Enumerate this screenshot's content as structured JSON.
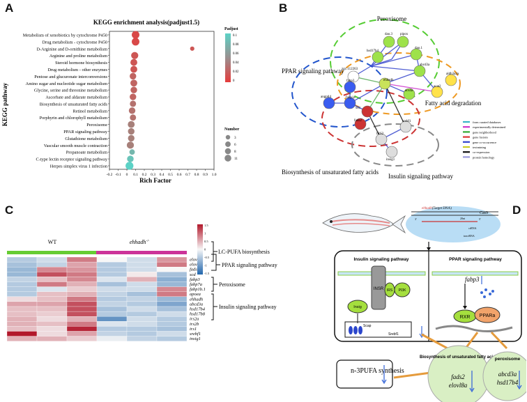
{
  "panels": {
    "a": "A",
    "b": "B",
    "c": "C",
    "d": "D"
  },
  "chart_data": [
    {
      "type": "scatter",
      "title": "KEGG enrichment analysis(padjust1.5)",
      "xlabel": "Rich Factor",
      "ylabel": "KEGG pathway",
      "xlim": [
        -0.2,
        1.0
      ],
      "xticks": [
        "-0.2",
        "-0.1",
        "0",
        "0.1",
        "0.2",
        "0.3",
        "0.4",
        "0.5",
        "0.6",
        "0.7",
        "0.8",
        "0.9",
        "1.0"
      ],
      "xtick_values": [
        -0.2,
        -0.1,
        0,
        0.1,
        0.2,
        0.3,
        0.4,
        0.5,
        0.6,
        0.7,
        0.8,
        0.9,
        1.0
      ],
      "categories": [
        "Metabolism of xenobiotics by cytochrome P450",
        "Drug metabolism - cytochrome P450",
        "D-Arginine and D-ornithine metabolism",
        "Arginine and proline metabolism",
        "Steroid hormone biosynthesis",
        "Drug metabolism - other enzymes",
        "Pentose and glucuronate interconversions",
        "Amino sugar and nucleotide sugar metabolism",
        "Glycine, serine and threonine metabolism",
        "Ascorbate and aldarate metabolism",
        "Biosynthesis of unsaturated fatty acids",
        "Retinol metabolism",
        "Porphyrin and chlorophyll metabolism",
        "Peroxisome",
        "PPAR signaling pathway",
        "Glutathione metabolism",
        "Vascular smooth muscle contraction",
        "Propanoate metabolism",
        "C-type lectin receptor signaling pathway",
        "Herpes simplex virus 1 infection"
      ],
      "rich_factor": [
        0.1,
        0.1,
        0.75,
        0.09,
        0.08,
        0.08,
        0.07,
        0.08,
        0.08,
        0.07,
        0.07,
        0.06,
        0.07,
        0.05,
        0.05,
        0.05,
        0.04,
        0.06,
        0.04,
        0.03
      ],
      "count": [
        10,
        10,
        1,
        8,
        7,
        7,
        6,
        7,
        6,
        6,
        5,
        6,
        5,
        7,
        6,
        6,
        8,
        3,
        6,
        11
      ],
      "padjust": [
        0.01,
        0.01,
        0.02,
        0.02,
        0.02,
        0.02,
        0.03,
        0.03,
        0.03,
        0.03,
        0.04,
        0.04,
        0.04,
        0.05,
        0.05,
        0.05,
        0.05,
        0.09,
        0.1,
        0.11
      ],
      "legend_padjust": {
        "title": "Padjust",
        "labels": [
          "0.1",
          "0.08",
          "0.06",
          "0.04",
          "0.02",
          "0"
        ]
      },
      "legend_number": {
        "title": "Number",
        "labels": [
          "3",
          "6",
          "8",
          "11"
        ]
      },
      "colors": {
        "low": "#e63b3b",
        "high": "#5cd2c6"
      }
    },
    {
      "type": "heatmap",
      "groups": [
        "WT",
        "ehhadh"
      ],
      "group_superscript": "-/-",
      "rows": [
        "elovl6l",
        "elovl8b",
        "fads2",
        "scd",
        "fabp3",
        "fabp7a",
        "fabp1b.1",
        "apoea",
        "ehhadh",
        "abcd3a",
        "hsd17b4",
        "hsd17b8",
        "irs2a",
        "irs2b",
        "irs1",
        "srebf1",
        "insig1"
      ],
      "values": [
        [
          -0.5,
          -0.3,
          0.9,
          0.0,
          -0.3,
          0.7
        ],
        [
          -0.6,
          -0.4,
          0.6,
          -0.5,
          -0.3,
          0.9
        ],
        [
          -0.7,
          0.8,
          0.7,
          -0.5,
          -0.3,
          0.0
        ],
        [
          -0.7,
          1.2,
          0.9,
          -0.5,
          0.1,
          -0.6
        ],
        [
          -0.4,
          0.4,
          0.8,
          -0.2,
          0.5,
          -0.8
        ],
        [
          -0.5,
          0.9,
          0.5,
          -0.6,
          -0.3,
          -0.7
        ],
        [
          -0.5,
          -0.2,
          0.3,
          -0.3,
          -0.3,
          0.8
        ],
        [
          -0.5,
          0.4,
          0.5,
          -0.4,
          -0.6,
          0.9
        ],
        [
          0.2,
          0.4,
          0.9,
          -0.5,
          -0.4,
          -0.7
        ],
        [
          0.6,
          0.6,
          1.2,
          -0.4,
          -0.5,
          -0.9
        ],
        [
          0.4,
          0.4,
          1.2,
          -0.6,
          -0.3,
          -0.6
        ],
        [
          0.4,
          0.3,
          1.2,
          -0.5,
          -0.5,
          -0.3
        ],
        [
          0.5,
          0.2,
          0.5,
          -1.1,
          -0.3,
          -0.5
        ],
        [
          0.5,
          0.4,
          0.9,
          -0.2,
          -0.3,
          -0.5
        ],
        [
          0.4,
          0.2,
          1.5,
          -0.5,
          -0.5,
          -0.6
        ],
        [
          1.6,
          0.2,
          0.6,
          -0.4,
          -0.5,
          -0.3
        ],
        [
          0.5,
          0.5,
          0.3,
          -0.1,
          -0.4,
          -0.5
        ]
      ],
      "scale_labels": [
        "1.5",
        "1",
        "0.5",
        "0",
        "-0.5",
        "-1",
        "-1.5"
      ],
      "brackets": [
        "LC-PUFA biosynthesis",
        "PPAR signaling pathway",
        "Peroxisome",
        "Insulin signaling pathway"
      ]
    }
  ],
  "network": {
    "clusters": [
      "Peroxisome",
      "PPAR signaling pathway",
      "Fatty acid degradation",
      "Biosynthesis of unsaturated fatty acids",
      "Insulin signaling pathway"
    ],
    "nodes": [
      "dao.3",
      "pipox",
      "hsd17b4",
      "dao.1",
      "abcd3a",
      "zgc:112263",
      "ehhadh",
      "acs4a",
      "aldh3a2a",
      "fabp3",
      "angptl4",
      "fabp1a",
      "scd",
      "fads2",
      "acat2",
      "srebf1",
      "IRS2",
      "insig1"
    ],
    "legend": [
      "from curated databases",
      "experimentally determined",
      "gene neighborhood",
      "gene fusions",
      "gene co-occurrence",
      "textmining",
      "co-expression",
      "protein homology"
    ]
  },
  "schematic": {
    "gene_label": "ehhadh",
    "target_label": "(Target DNA)",
    "cas9": "Cas9",
    "small": [
      "20nt",
      "3'",
      "5'",
      "crRNA",
      "tracrRNA"
    ],
    "insulin_title": "Insulin signaling pathway",
    "ppar_title": "PPAR signaling pathway",
    "insr": "INSR",
    "irs": "IRS",
    "pi3k": "PI3K",
    "insig": "Insig",
    "scap": "Scap",
    "srebf1": "Srebf1",
    "fabp3": "fabp3",
    "rxr": "RXR",
    "ppara": "PPARa",
    "bio_circle_title": "Biosynthesis of unsaturated fatty acids",
    "bio_genes": [
      "fads2",
      "elovl8a"
    ],
    "perox_circle_title": "peroxisome",
    "perox_genes": [
      "abcd3a",
      "hsd17b4"
    ],
    "npufa": "n-3PUFA synthesis"
  }
}
